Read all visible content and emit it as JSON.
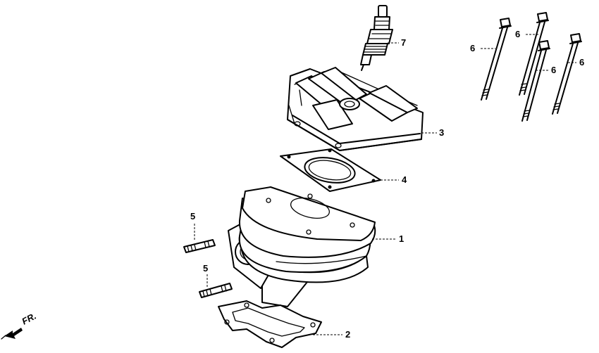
{
  "diagram": {
    "orientation_label": "FR.",
    "callouts": {
      "cylinder": "1",
      "base_gasket": "2",
      "cylinder_head": "3",
      "head_gasket": "4",
      "stud_upper": "5",
      "stud_lower": "5",
      "bolt_a": "6",
      "bolt_b": "6",
      "bolt_c": "6",
      "bolt_d": "6",
      "spark_plug": "7"
    }
  }
}
